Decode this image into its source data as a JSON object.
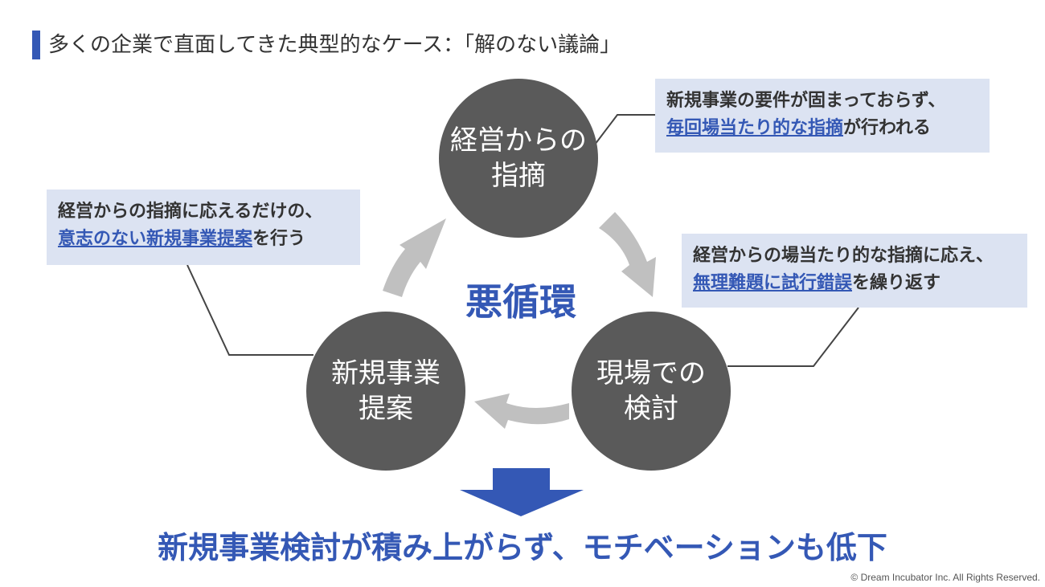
{
  "title": "多くの企業で直面してきた典型的なケース：「解のない議論」",
  "cycle": {
    "center_label": "悪循環",
    "nodes": [
      {
        "line1": "経営からの",
        "line2": "指摘"
      },
      {
        "line1": "現場での",
        "line2": "検討"
      },
      {
        "line1": "新規事業",
        "line2": "提案"
      }
    ]
  },
  "callouts": {
    "top": {
      "line1": "新規事業の要件が固まっておらず、",
      "highlight": "毎回場当たり的な指摘",
      "rest": "が行われる"
    },
    "right": {
      "line1": "経営からの場当たり的な指摘に応え、",
      "highlight": "無理難題に試行錯誤",
      "rest": "を繰り返す"
    },
    "left": {
      "line1": "経営からの指摘に応えるだけの、",
      "highlight": "意志のない新規事業提案",
      "rest": "を行う"
    }
  },
  "conclusion": "新規事業検討が積み上がらず、モチベーションも低下",
  "copyright": "© Dream Incubator Inc. All Rights Reserved.",
  "colors": {
    "accent": "#3458b5",
    "circle": "#5a5a5a",
    "callout_bg": "#dce3f2",
    "cycle_arrow": "#c0c0c0"
  }
}
